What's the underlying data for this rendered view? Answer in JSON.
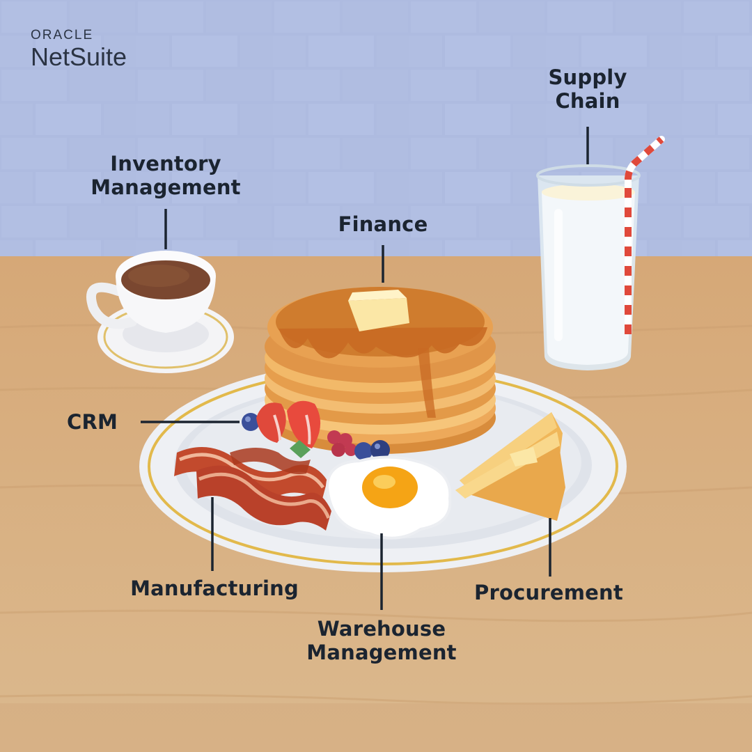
{
  "brand": {
    "company": "ORACLE",
    "product": "NetSuite"
  },
  "labels": {
    "supply_chain": {
      "line1": "Supply",
      "line2": "Chain"
    },
    "inventory_management": {
      "line1": "Inventory",
      "line2": "Management"
    },
    "finance": {
      "text": "Finance"
    },
    "crm": {
      "text": "CRM"
    },
    "manufacturing": {
      "text": "Manufacturing"
    },
    "warehouse_management": {
      "line1": "Warehouse",
      "line2": "Management"
    },
    "procurement": {
      "text": "Procurement"
    }
  },
  "icons": {
    "coffee": "coffee-cup-icon",
    "milk": "milk-glass-icon",
    "pancakes": "pancake-stack-icon",
    "berries": "berries-icon",
    "bacon": "bacon-icon",
    "egg": "fried-egg-icon",
    "toast": "toast-icon",
    "plate": "plate-icon"
  },
  "colors": {
    "wall": "#afbde0",
    "table": "#d8b487",
    "label_text": "#1b2430",
    "connector": "#1b2430",
    "pancake": "#e9a457",
    "syrup": "#c86a23",
    "butter": "#fbe7a6",
    "egg_yolk": "#f5a415",
    "milk": "#f3f7fa",
    "coffee": "#7a4730",
    "bacon": "#c24a2d",
    "straw_red": "#e0493b"
  }
}
